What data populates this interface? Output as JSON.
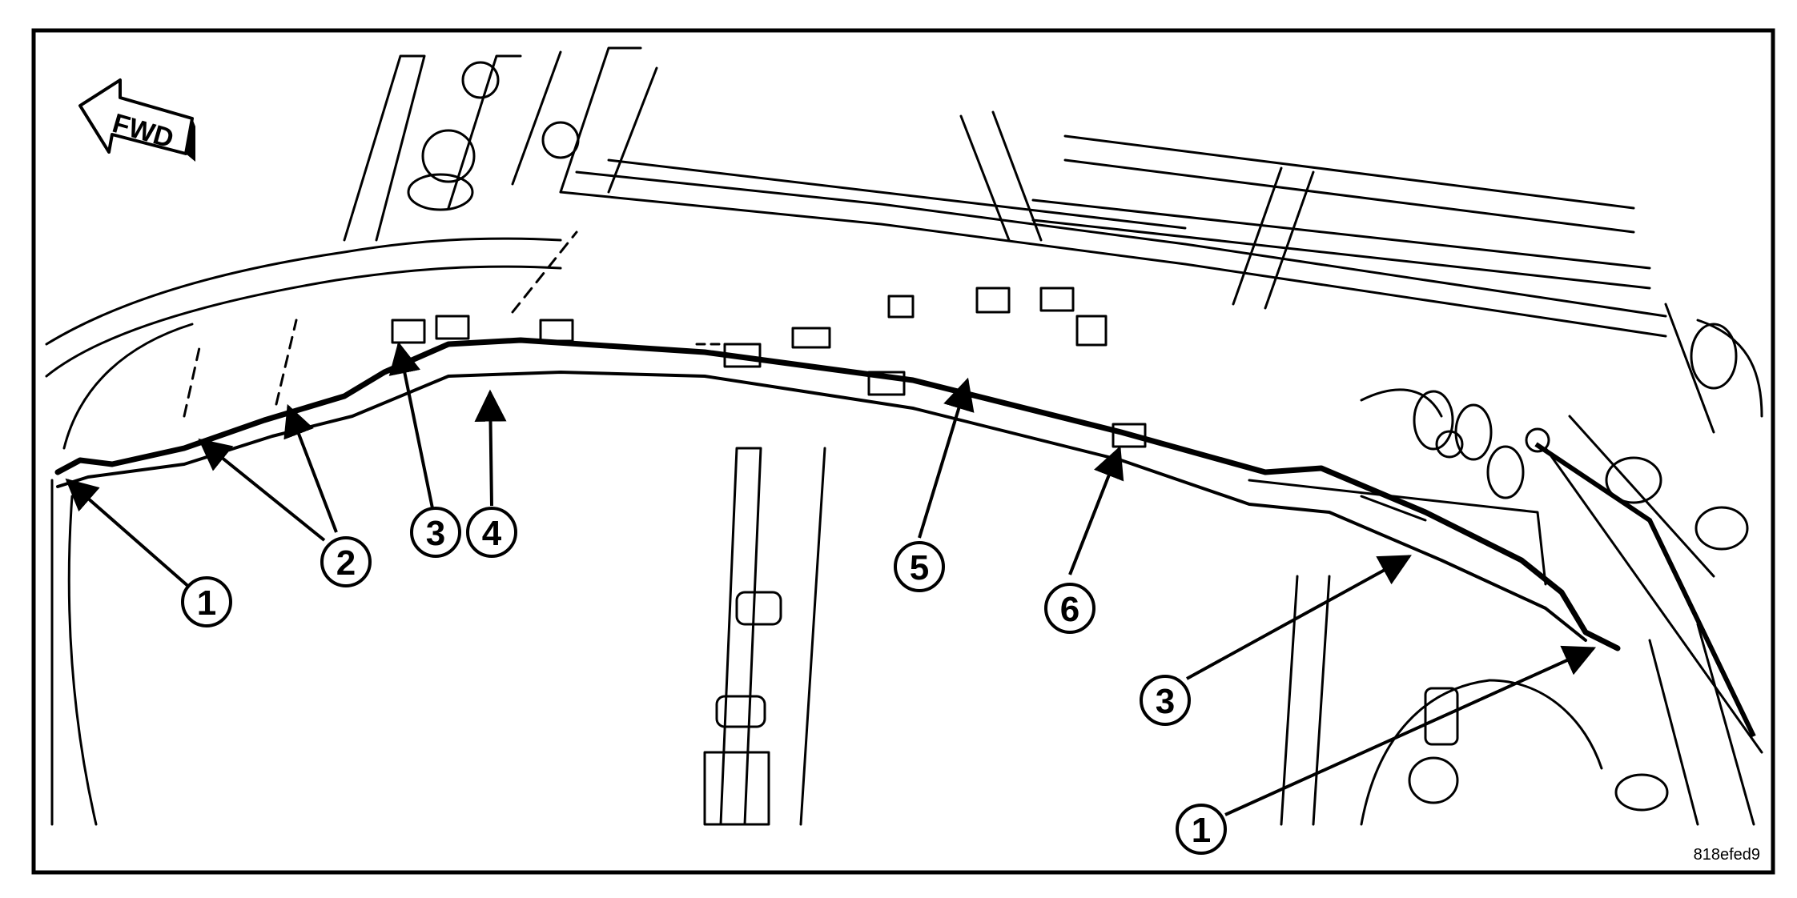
{
  "fwd_arrow": {
    "label": "FWD"
  },
  "figure_code": "818efed9",
  "callouts": [
    {
      "id": "c1a",
      "label": "1"
    },
    {
      "id": "c2",
      "label": "2"
    },
    {
      "id": "c3a",
      "label": "3"
    },
    {
      "id": "c4",
      "label": "4"
    },
    {
      "id": "c5",
      "label": "5"
    },
    {
      "id": "c6",
      "label": "6"
    },
    {
      "id": "c3b",
      "label": "3"
    },
    {
      "id": "c1b",
      "label": "1"
    }
  ],
  "colors": {
    "line": "#000000",
    "background": "#ffffff"
  }
}
